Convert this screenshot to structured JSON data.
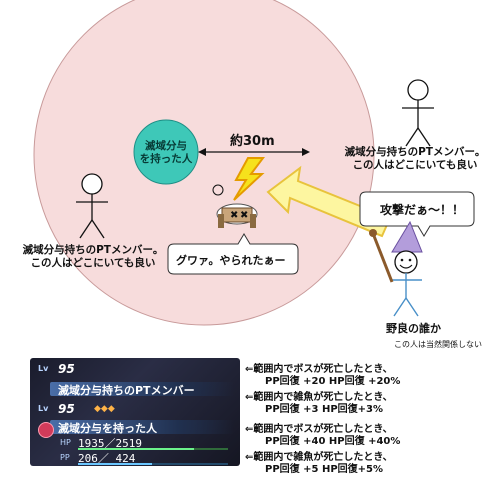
{
  "diagram": {
    "center_node": {
      "line1": "滅域分与",
      "line2": "を持った人"
    },
    "distance_label": "約30m",
    "member_label_right": {
      "line1": "滅域分与持ちのPTメンバー。",
      "line2": "この人はどこにいても良い"
    },
    "member_label_left": {
      "line1": "滅域分与持ちのPTメンバー。",
      "line2": "この人はどこにいても良い"
    },
    "enemy_speech": "グワァ。やられたぁー",
    "attacker_speech": "攻撃だぁ～！！",
    "attacker_name": "野良の誰か",
    "attacker_note": "この人は当然関係しない",
    "colors": {
      "area_fill": "#f7dcdc",
      "area_stroke": "#c89a9a",
      "node_fill": "#3ec8b8",
      "arrow_fill": "#fdf6a0",
      "arrow_stroke": "#e8c33c"
    }
  },
  "panel": {
    "member": {
      "lv_label": "Lv",
      "lv": "95",
      "name": "滅域分与持ちのPTメンバー"
    },
    "holder": {
      "lv_label": "Lv",
      "lv": "95",
      "name": "滅域分与を持った人",
      "hp_label": "HP",
      "hp": "1935／2519",
      "pp_label": "PP",
      "pp": "206／ 424"
    }
  },
  "notes": [
    {
      "line1": "⇐範囲内でボスが死亡したとき、",
      "line2": "PP回復 +20 HP回復 +20%"
    },
    {
      "line1": "⇐範囲内で雑魚が死亡したとき、",
      "line2": "PP回復 +3 HP回復+3%"
    },
    {
      "line1": "⇐範囲内でボスが死亡したとき、",
      "line2": "PP回復 +40 HP回復 +40%"
    },
    {
      "line1": "⇐範囲内で雑魚が死亡したとき、",
      "line2": "PP回復 +5 HP回復+5%"
    }
  ]
}
